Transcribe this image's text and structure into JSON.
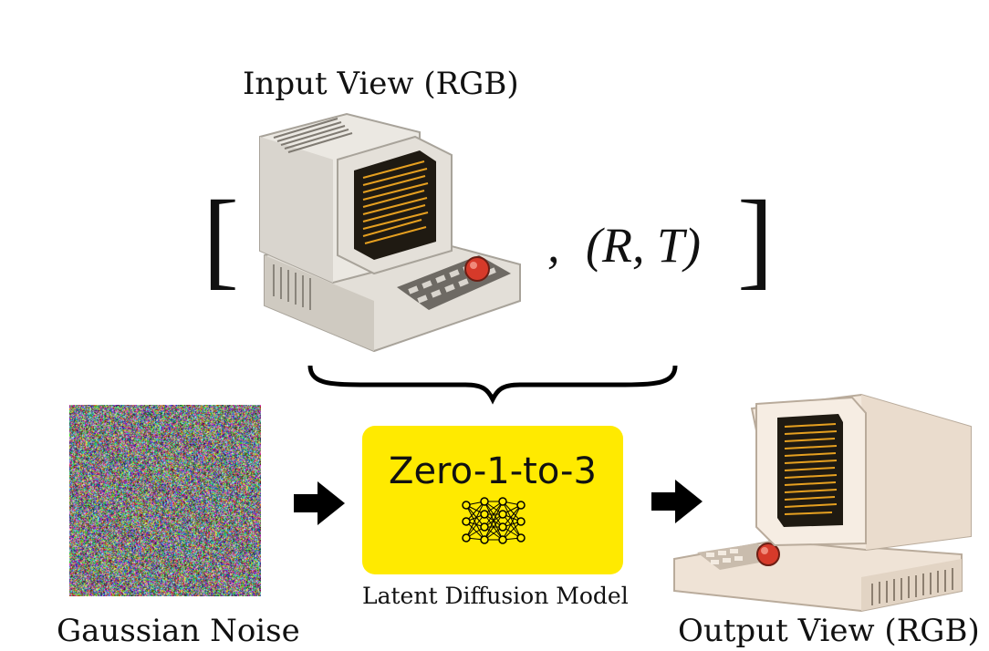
{
  "input_label": "Input View (RGB)",
  "condition_comma": ",",
  "condition_text": "(R, T)",
  "bracket_open": "[",
  "bracket_close": "]",
  "noise_label": "Gaussian Noise",
  "model_title": "Zero-1-to-3",
  "model_subtitle": "Latent Diffusion Model",
  "output_label": "Output View (RGB)",
  "colors": {
    "model_box": "#ffea00",
    "arrow": "#000000",
    "computer_body": "#e9e6df",
    "screen_text": "#e6a020",
    "trackball": "#d63a2a"
  },
  "icons": [
    "retro-computer-icon",
    "noise-image",
    "arrow-icon",
    "neural-network-icon",
    "curly-brace-icon"
  ]
}
